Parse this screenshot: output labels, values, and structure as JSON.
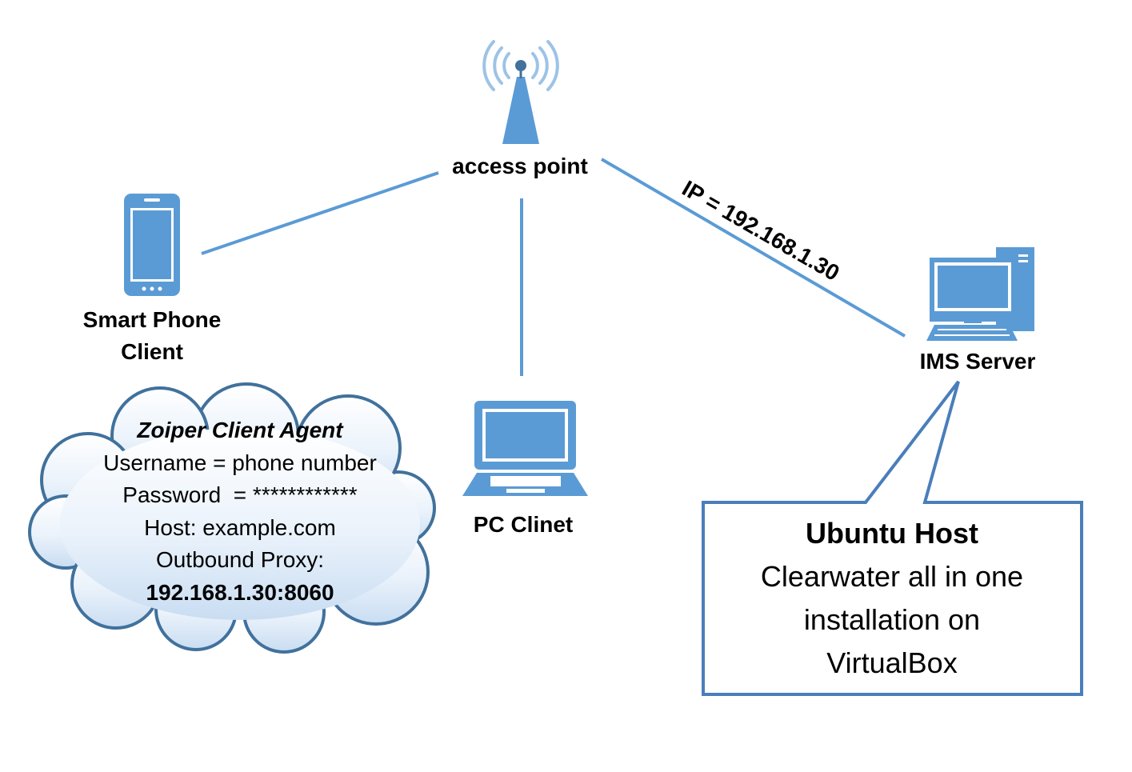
{
  "nodes": {
    "access_point": {
      "label": "access point"
    },
    "smartphone": {
      "label_line1": "Smart Phone",
      "label_line2": "Client"
    },
    "pc": {
      "label": "PC Clinet"
    },
    "server": {
      "label": "IMS Server"
    }
  },
  "link_label": "IP = 192.168.1.30",
  "cloud": {
    "title": "Zoiper Client Agent",
    "lines": [
      "Username = phone number",
      "Password  = ************",
      "Host: example.com",
      "Outbound Proxy:"
    ],
    "proxy": "192.168.1.30:8060"
  },
  "callout": {
    "title": "Ubuntu Host",
    "lines": [
      "Clearwater all in one",
      "installation on",
      "VirtualBox"
    ]
  },
  "colors": {
    "line": "#5b9bd5",
    "icon_fill": "#5b9bd5",
    "icon_dark": "#41719c",
    "cloud_stroke": "#41719c",
    "callout_stroke": "#4a7ebb"
  }
}
